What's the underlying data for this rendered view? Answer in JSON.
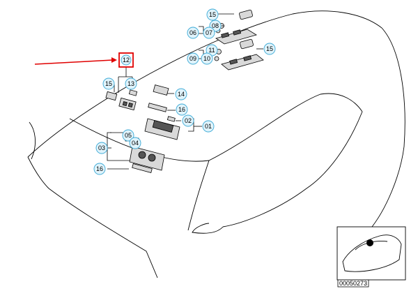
{
  "diagram": {
    "colors": {
      "callout_fill": "#dff3fb",
      "callout_stroke": "#3aa9d6",
      "highlight": "#e00000",
      "line": "#000000"
    },
    "callouts": [
      {
        "id": "c15a",
        "label": "15"
      },
      {
        "id": "c08",
        "label": "08"
      },
      {
        "id": "c06",
        "label": "06"
      },
      {
        "id": "c07",
        "label": "07"
      },
      {
        "id": "c15b",
        "label": "15"
      },
      {
        "id": "c11",
        "label": "11"
      },
      {
        "id": "c09",
        "label": "09"
      },
      {
        "id": "c10",
        "label": "10"
      },
      {
        "id": "c15c",
        "label": "15"
      },
      {
        "id": "c13",
        "label": "13"
      },
      {
        "id": "c14",
        "label": "14"
      },
      {
        "id": "c16a",
        "label": "16"
      },
      {
        "id": "c02",
        "label": "02"
      },
      {
        "id": "c01",
        "label": "01"
      },
      {
        "id": "c05",
        "label": "05"
      },
      {
        "id": "c04",
        "label": "04"
      },
      {
        "id": "c03",
        "label": "03"
      },
      {
        "id": "c16b",
        "label": "16"
      }
    ],
    "highlighted_callout": {
      "label": "12"
    },
    "diagram_code": "00050273"
  }
}
